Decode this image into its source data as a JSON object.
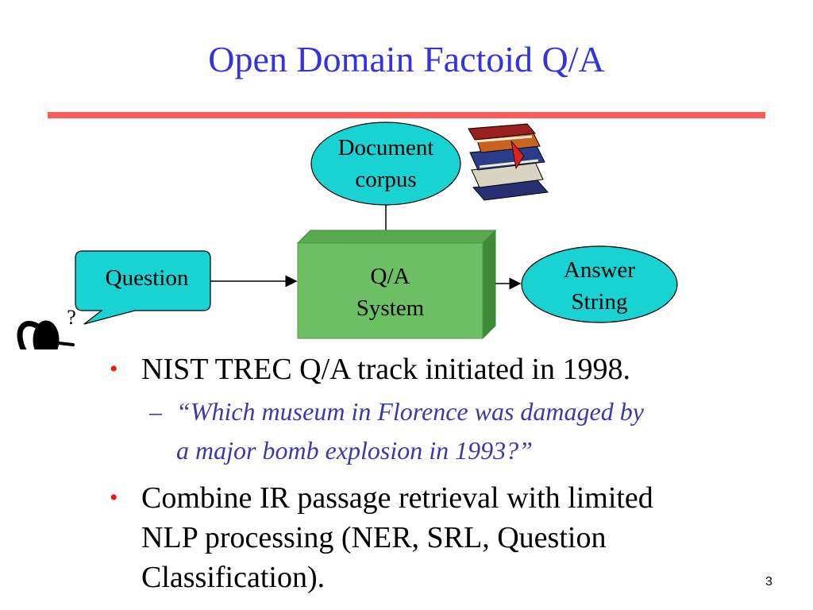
{
  "slide": {
    "title": "Open Domain Factoid Q/A",
    "page_number": "3"
  },
  "diagram": {
    "document_corpus": [
      "Document",
      "corpus"
    ],
    "question": "Question",
    "qa_system": [
      "Q/A",
      "System"
    ],
    "answer_string": [
      "Answer",
      "String"
    ],
    "thought_mark": "?",
    "colors": {
      "ellipse_fill": "#19d3d3",
      "box_fill": "#6dbf63",
      "box_top": "#5aa84f",
      "box_side": "#3f8a38",
      "title": "#3333e0",
      "rule": "#ff5b5b",
      "bullet": "#e61a1a",
      "quote": "#3a3aa8"
    }
  },
  "bullets": [
    {
      "text": "NIST TREC Q/A track initiated in 1998.",
      "sub": [
        "“Which museum in Florence was damaged by",
        "a major bomb explosion in 1993?”"
      ]
    },
    {
      "lines": [
        "Combine IR passage retrieval with limited",
        "NLP processing (NER, SRL, Question",
        "Classification)."
      ]
    }
  ]
}
